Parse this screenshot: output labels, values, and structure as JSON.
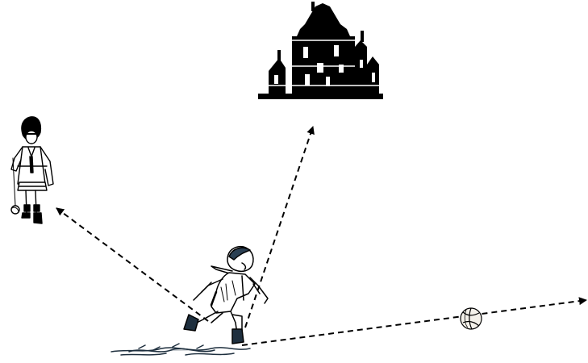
{
  "scene": {
    "background": "#ffffff",
    "ink_color": "#000000",
    "ball_fill": "#f4f1ea",
    "figures": [
      {
        "id": "running-boy",
        "icon": "running-boy-icon"
      },
      {
        "id": "house",
        "icon": "house-icon"
      },
      {
        "id": "yoyo-girl",
        "icon": "yoyo-girl-icon"
      },
      {
        "id": "ball",
        "icon": "soccer-ball-icon"
      }
    ],
    "arrows": [
      {
        "from": "running-boy",
        "to": "house",
        "style": "dashed"
      },
      {
        "from": "running-boy",
        "to": "yoyo-girl",
        "style": "dashed"
      },
      {
        "from": "running-boy",
        "to": "right-edge",
        "style": "dashed",
        "passes": "ball"
      }
    ]
  }
}
